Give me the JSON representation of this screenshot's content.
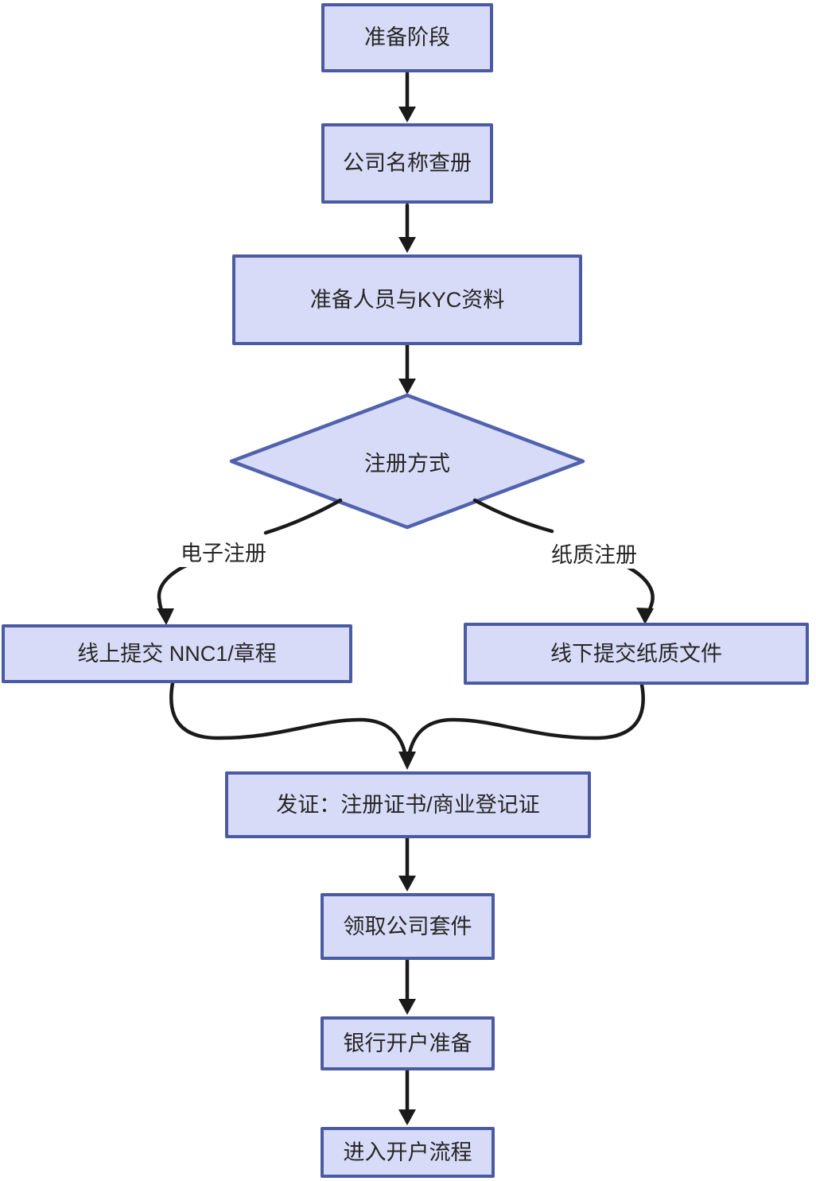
{
  "flow": {
    "nodes": [
      {
        "id": "prep",
        "type": "process",
        "label": "准备阶段"
      },
      {
        "id": "name-search",
        "type": "process",
        "label": "公司名称查册"
      },
      {
        "id": "kyc",
        "type": "process",
        "label": "准备人员与KYC资料"
      },
      {
        "id": "register-method",
        "type": "decision",
        "label": "注册方式"
      },
      {
        "id": "online-submit",
        "type": "process",
        "label": "线上提交 NNC1/章程"
      },
      {
        "id": "offline-submit",
        "type": "process",
        "label": "线下提交纸质文件"
      },
      {
        "id": "certificates",
        "type": "process",
        "label": "发证：注册证书/商业登记证"
      },
      {
        "id": "company-kit",
        "type": "process",
        "label": "领取公司套件"
      },
      {
        "id": "bank-prep",
        "type": "process",
        "label": "银行开户准备"
      },
      {
        "id": "account-opening",
        "type": "process",
        "label": "进入开户流程"
      }
    ],
    "edges": [
      {
        "from": "prep",
        "to": "name-search",
        "label": ""
      },
      {
        "from": "name-search",
        "to": "kyc",
        "label": ""
      },
      {
        "from": "kyc",
        "to": "register-method",
        "label": ""
      },
      {
        "from": "register-method",
        "to": "online-submit",
        "label": "电子注册"
      },
      {
        "from": "register-method",
        "to": "offline-submit",
        "label": "纸质注册"
      },
      {
        "from": "online-submit",
        "to": "certificates",
        "label": ""
      },
      {
        "from": "offline-submit",
        "to": "certificates",
        "label": ""
      },
      {
        "from": "certificates",
        "to": "company-kit",
        "label": ""
      },
      {
        "from": "company-kit",
        "to": "bank-prep",
        "label": ""
      },
      {
        "from": "bank-prep",
        "to": "account-opening",
        "label": ""
      }
    ],
    "colors": {
      "node_fill": "#d8dbf7",
      "node_border": "#4b5ba3",
      "decision_border": "#5163ae",
      "arrow_color": "#1a1a1a",
      "label_color": "#262626"
    }
  }
}
